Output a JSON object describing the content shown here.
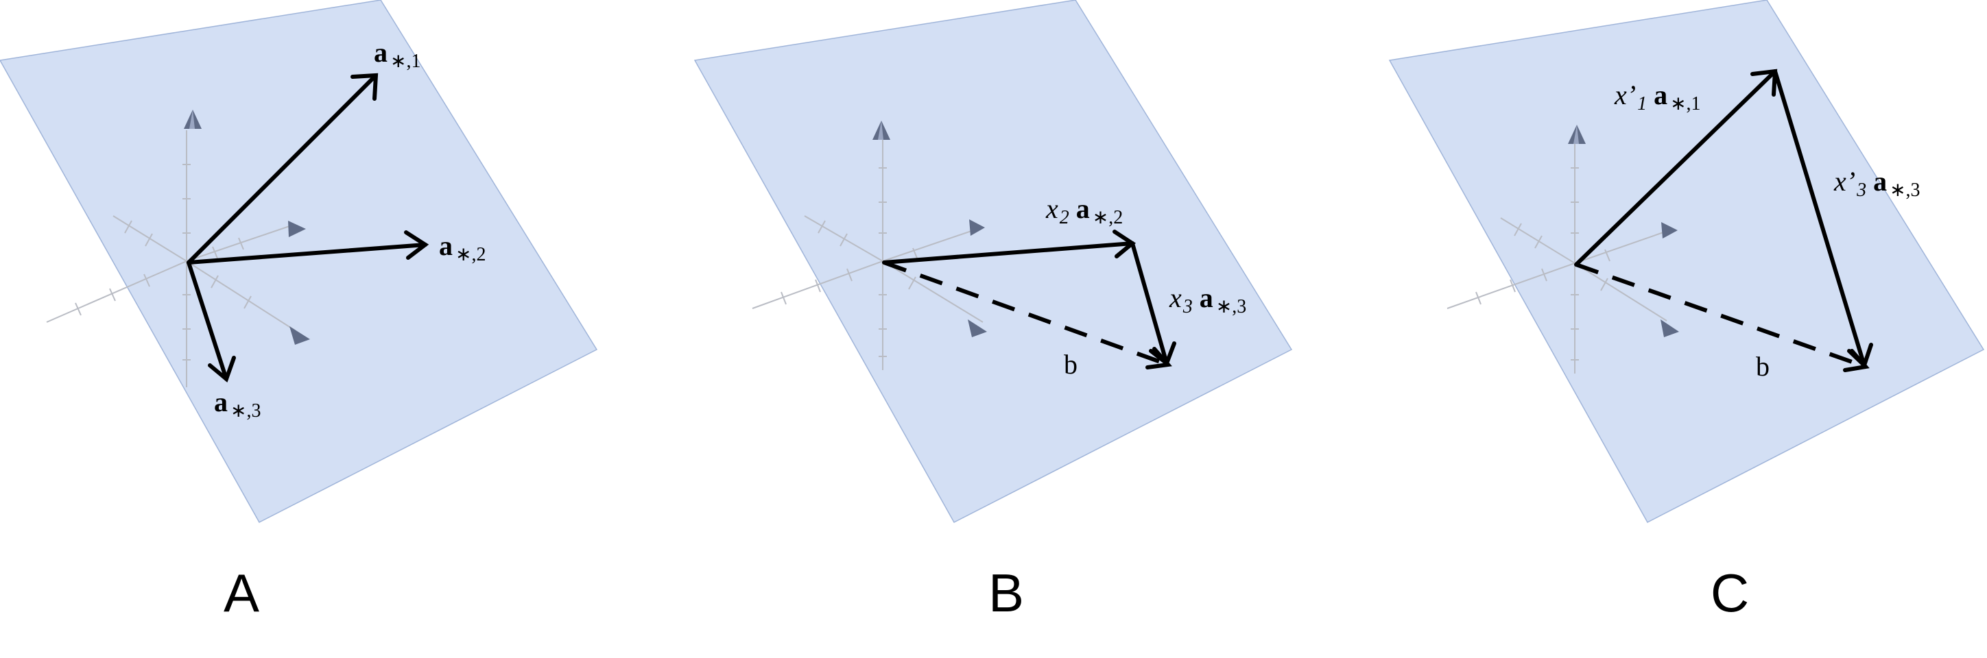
{
  "panels": [
    {
      "letter": "A",
      "labels": {
        "a1": {
          "vec": "a",
          "sub": "∗,1"
        },
        "a2": {
          "vec": "a",
          "sub": "∗,2"
        },
        "a3": {
          "vec": "a",
          "sub": "∗,3"
        }
      }
    },
    {
      "letter": "B",
      "labels": {
        "x2a2": {
          "coef": "x",
          "coef_sub": "2",
          "vec": "a",
          "sub": "∗,2"
        },
        "x3a3": {
          "coef": "x",
          "coef_sub": "3",
          "vec": "a",
          "sub": "∗,3"
        },
        "b": "b"
      }
    },
    {
      "letter": "C",
      "labels": {
        "x1a1": {
          "coef": "x’",
          "coef_sub": "1",
          "vec": "a",
          "sub": "∗,1"
        },
        "x3a3": {
          "coef": "x’",
          "coef_sub": "3",
          "vec": "a",
          "sub": "∗,3"
        },
        "b": "b"
      }
    }
  ],
  "colors": {
    "plane_fill": "#d3dff4",
    "plane_edge": "#9fb4d9",
    "axis": "#b9bcc4",
    "cone": "#5f6b86",
    "vector": "#000000"
  }
}
